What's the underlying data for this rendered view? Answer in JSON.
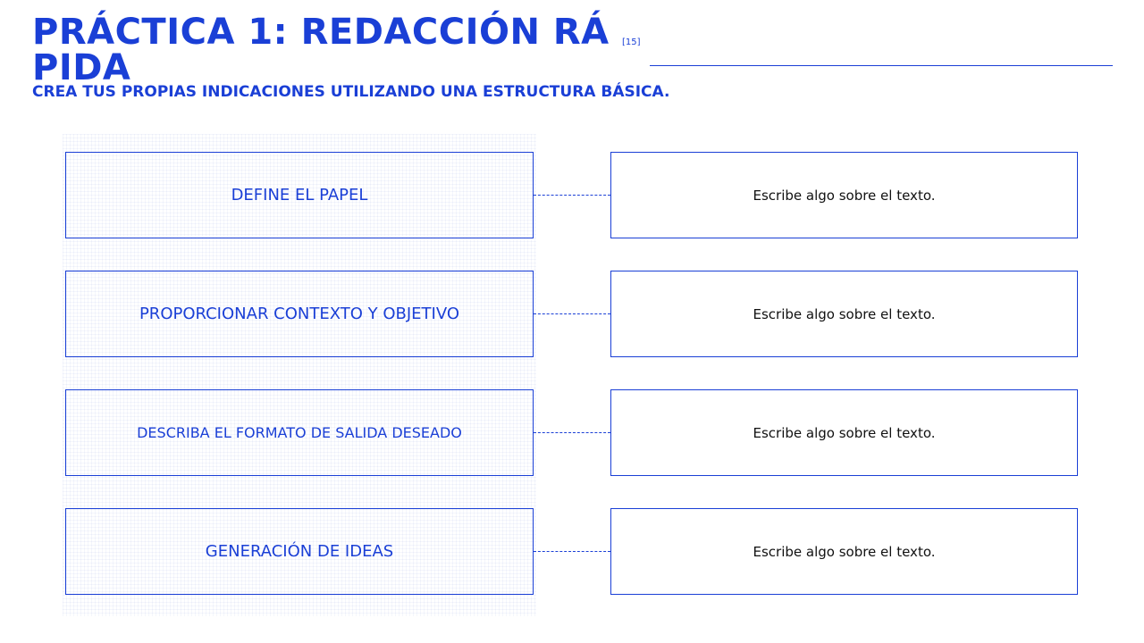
{
  "header": {
    "title": "PRÁCTICA 1: REDACCIÓN RÁPIDA",
    "reference": "[15]",
    "subtitle": "CREA TUS PROPIAS INDICACIONES UTILIZANDO UNA ESTRUCTURA BÁSICA."
  },
  "rows": [
    {
      "label": "DEFINE EL PAPEL",
      "text": "Escribe algo sobre el texto."
    },
    {
      "label": "PROPORCIONAR CONTEXTO Y OBJETIVO",
      "text": "Escribe algo sobre el texto."
    },
    {
      "label": "DESCRIBA EL FORMATO DE SALIDA DESEADO",
      "text": "Escribe algo sobre el texto."
    },
    {
      "label": "GENERACIÓN DE IDEAS",
      "text": "Escribe algo sobre el texto."
    }
  ],
  "colors": {
    "accent": "#1a3fd6",
    "body_text": "#111111",
    "background": "#ffffff"
  }
}
